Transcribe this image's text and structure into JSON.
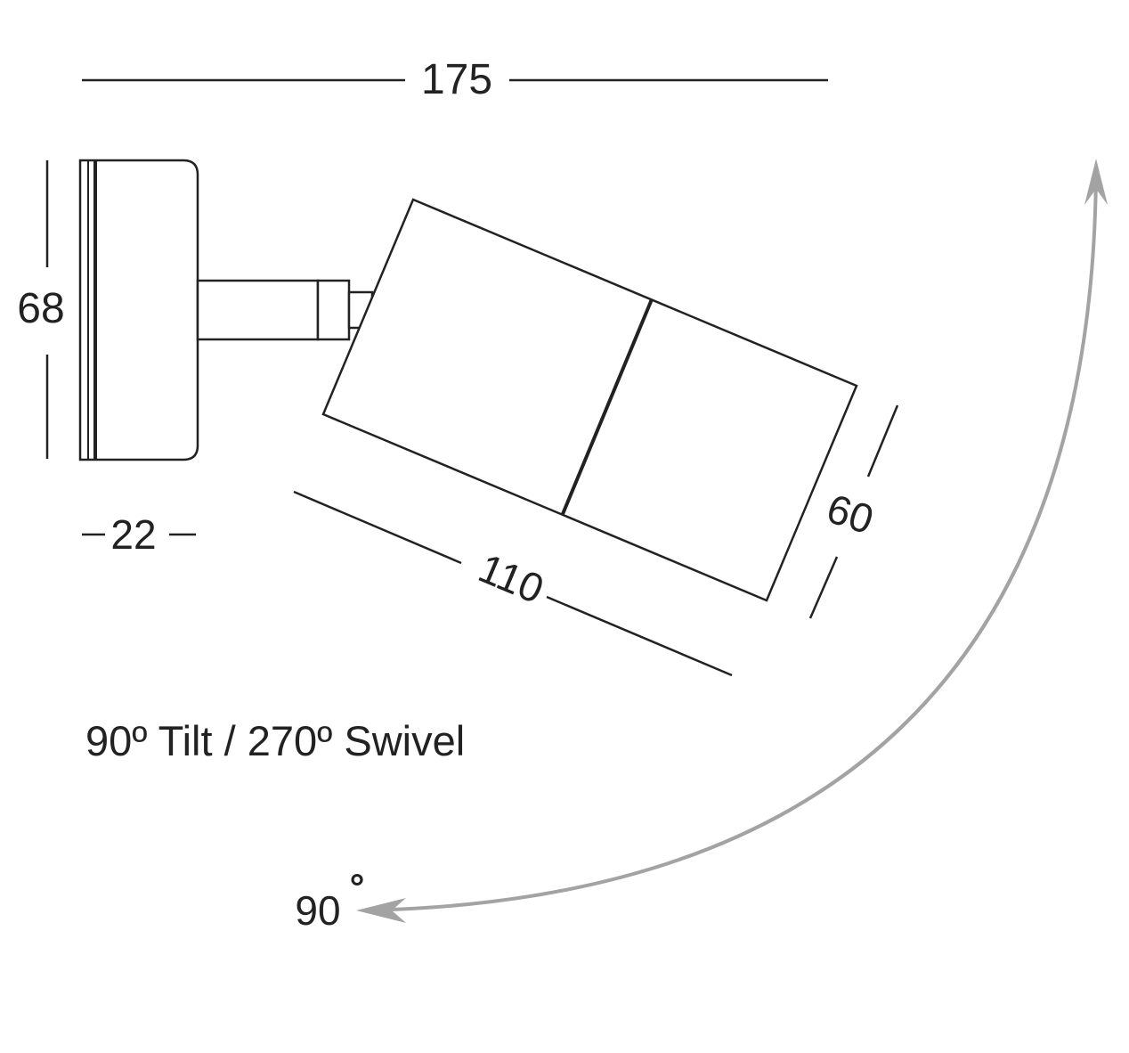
{
  "dimensions": {
    "total_width": "175",
    "base_height": "68",
    "base_depth": "22",
    "head_length": "110",
    "head_diameter": "60"
  },
  "caption": "90º Tilt / 270º Swivel",
  "tilt_angle_label": "90",
  "tilt_angle_symbol": "°",
  "colors": {
    "line": "#222222",
    "arc": "#a3a3a3"
  }
}
